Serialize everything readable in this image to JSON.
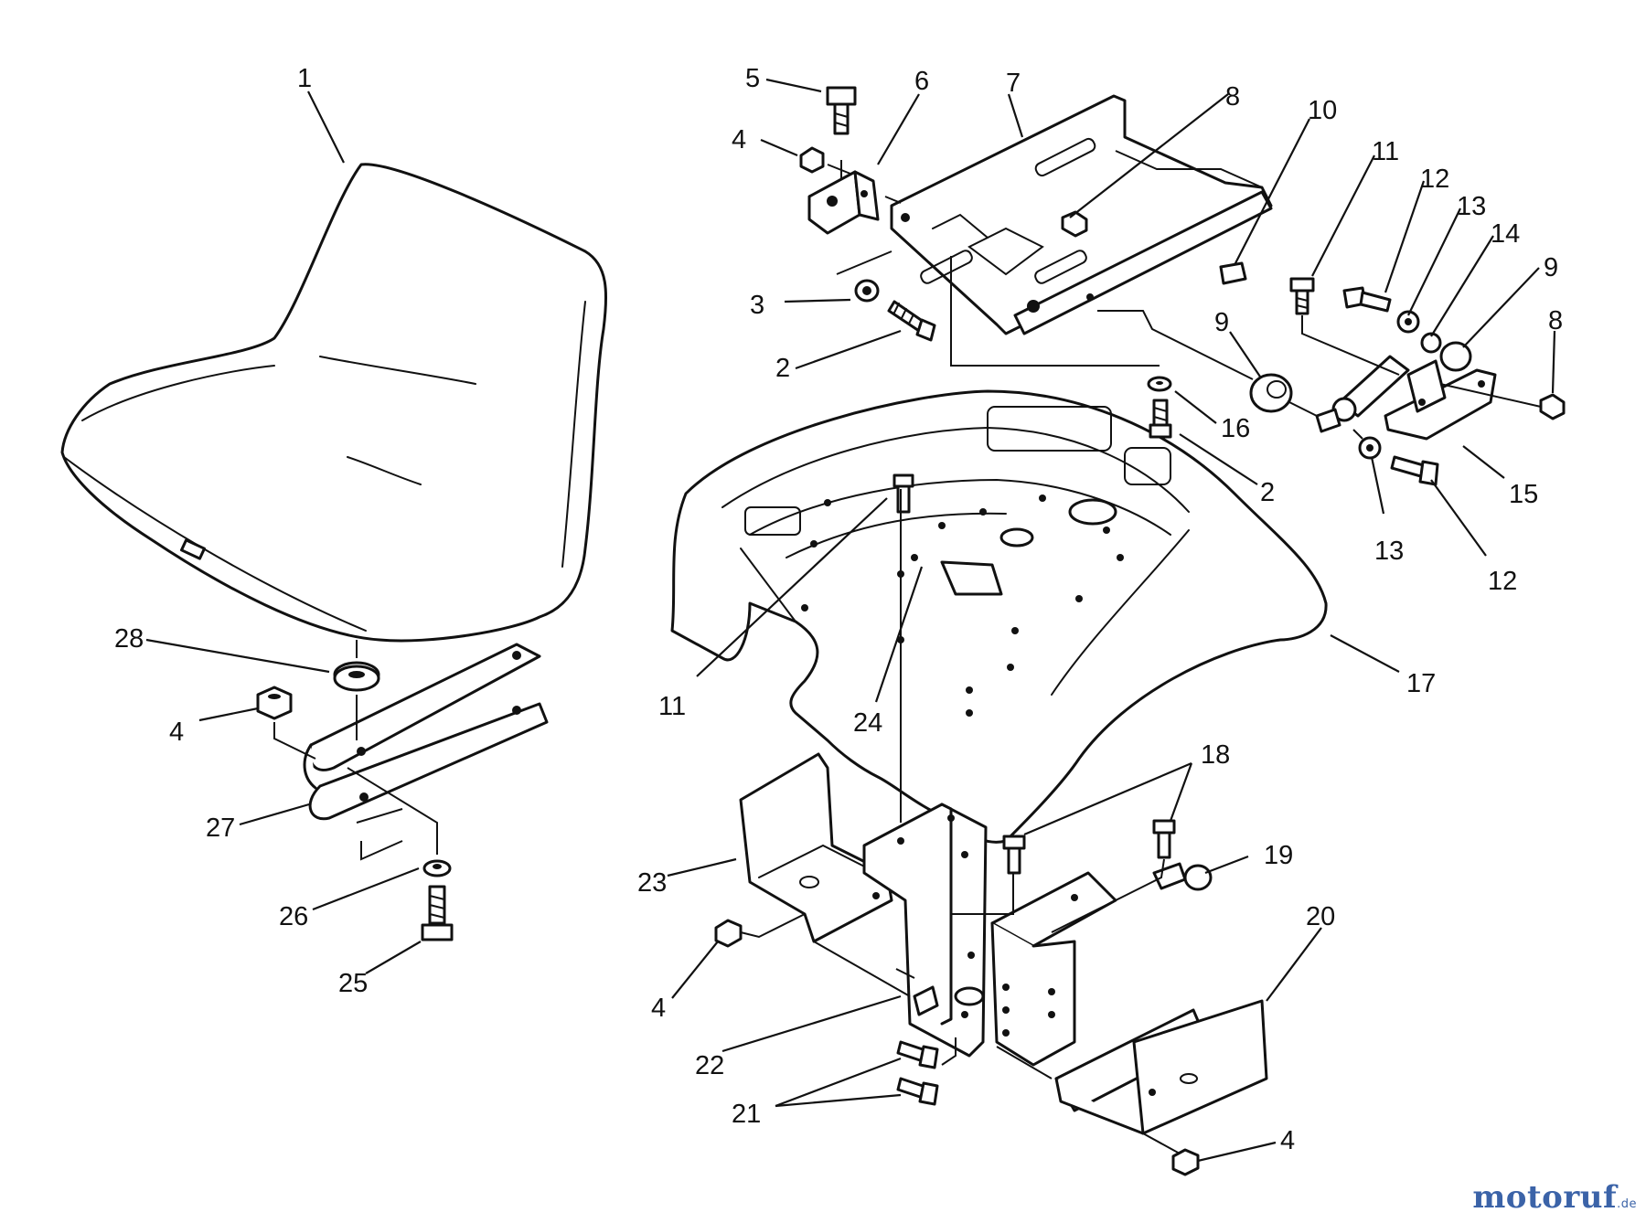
{
  "callouts": [
    "1",
    "2",
    "3",
    "4",
    "5",
    "6",
    "7",
    "8",
    "9",
    "10",
    "11",
    "12",
    "13",
    "14",
    "15",
    "16",
    "17",
    "18",
    "19",
    "20",
    "21",
    "22",
    "23",
    "24",
    "25",
    "26",
    "27",
    "28"
  ],
  "logo": {
    "text": "motoruf",
    "suffix": ".de"
  }
}
